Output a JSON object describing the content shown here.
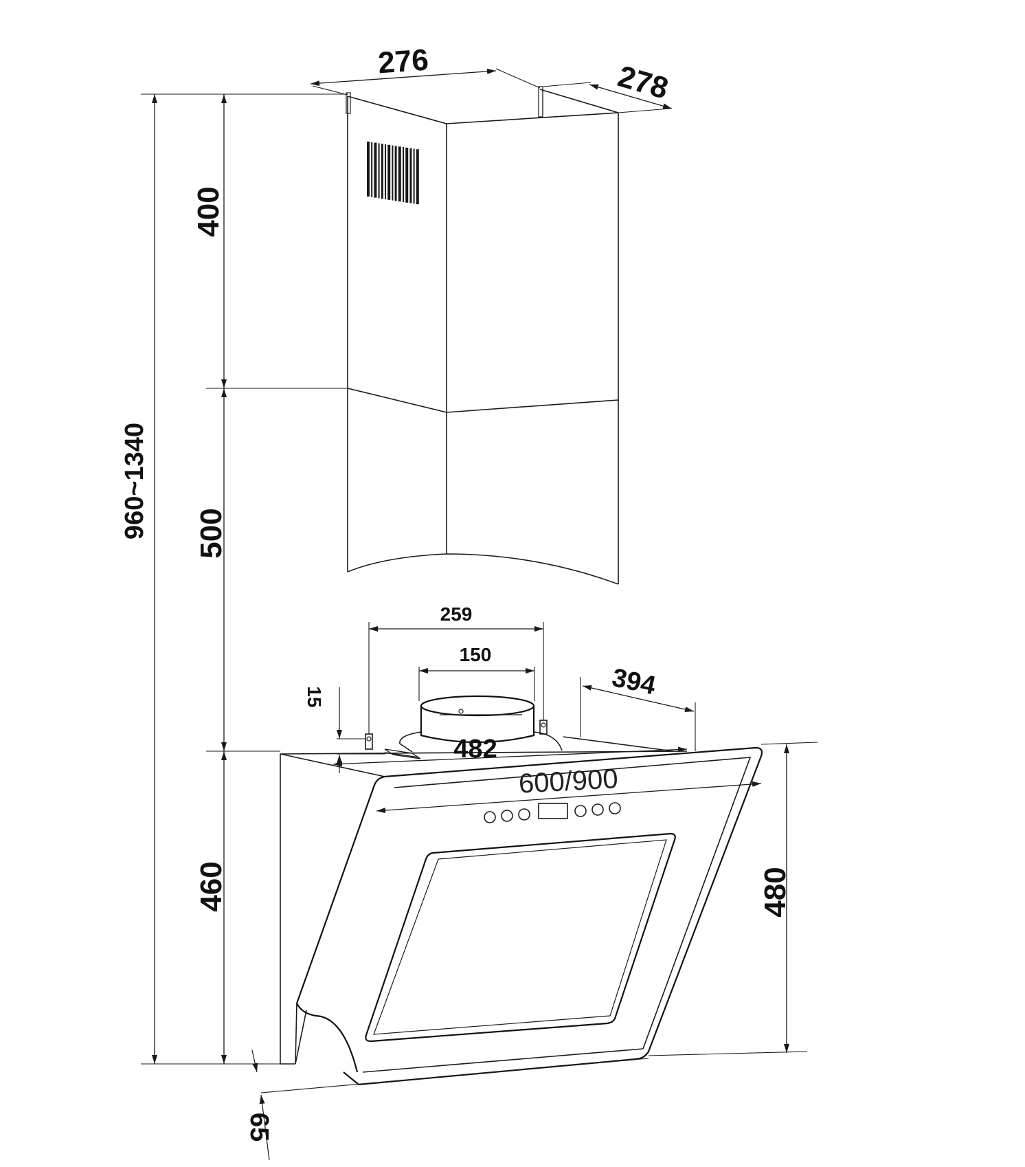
{
  "diagram": {
    "dimensions": {
      "total_height": "960~1340",
      "upper_chimney_height": "400",
      "lower_chimney_height": "500",
      "hood_height_back": "460",
      "hood_height_front": "480",
      "chimney_width": "276",
      "chimney_depth": "278",
      "bracket_spacing": "259",
      "outlet_diameter": "150",
      "top_depth": "394",
      "bracket_offset": "15",
      "top_width": "482",
      "hood_width": "600/900",
      "bottom_offset": "65"
    },
    "colors": {
      "line": "#1a1a1a",
      "background": "#ffffff"
    }
  }
}
